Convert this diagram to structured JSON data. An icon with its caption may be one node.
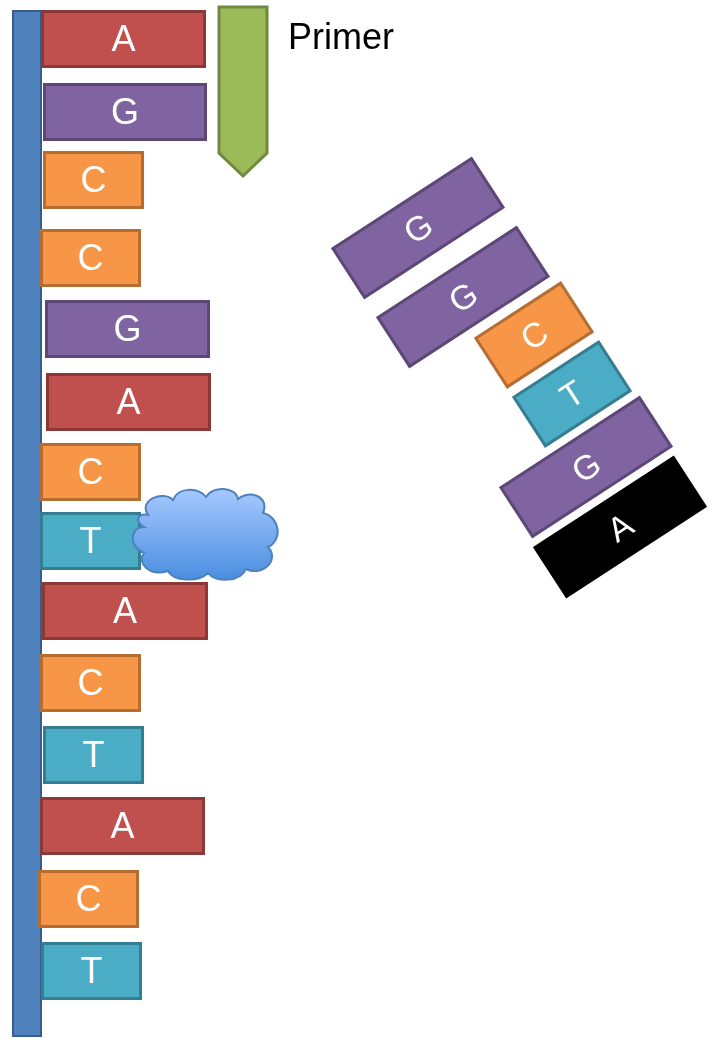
{
  "diagram": {
    "nodes": [
      {
        "text": [],
        "shape": "bar"
      },
      {
        "text": [
          "A"
        ]
      },
      {
        "text": [
          "G"
        ]
      },
      {
        "text": [
          "C"
        ]
      },
      {
        "text": [
          "C"
        ]
      },
      {
        "text": [
          "G"
        ]
      },
      {
        "text": [
          "A"
        ]
      },
      {
        "text": [
          "C"
        ]
      },
      {
        "text": [
          "T"
        ]
      },
      {
        "text": [
          "A"
        ]
      },
      {
        "text": [
          "C"
        ]
      },
      {
        "text": [
          "T"
        ]
      },
      {
        "text": [
          "A"
        ]
      },
      {
        "text": [
          "C"
        ]
      },
      {
        "text": [
          "T"
        ]
      },
      {
        "text": [
          "Primer"
        ]
      },
      {
        "text": [
          "G"
        ]
      },
      {
        "text": [
          "G"
        ]
      },
      {
        "text": [
          "C"
        ]
      },
      {
        "text": [
          "T"
        ]
      },
      {
        "text": [
          "G"
        ]
      },
      {
        "text": [
          "A"
        ]
      }
    ]
  }
}
